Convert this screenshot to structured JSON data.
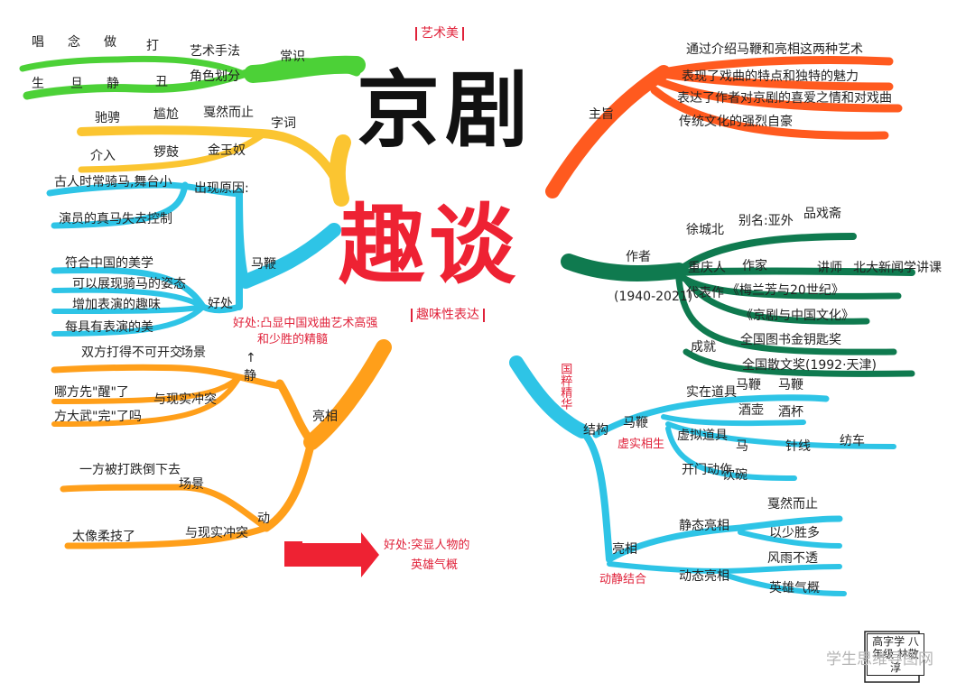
{
  "title": {
    "main": "京剧",
    "sub": "趣谈"
  },
  "tags": {
    "art": "艺术美",
    "expr": "趣味性表达"
  },
  "colors": {
    "green": "#4cd137",
    "yellow": "#fbc531",
    "orange": "#ff9f1a",
    "red": "#ee2233",
    "darkgreen": "#0f7a4f",
    "blue": "#2ec4e6",
    "redorange": "#ff5a1f"
  },
  "branches": {
    "changshi": {
      "label": "常识",
      "arts": "艺术手法",
      "row1": [
        "唱",
        "念",
        "做",
        "打"
      ],
      "row2": [
        "生",
        "旦",
        "静",
        "丑"
      ],
      "hangdang": "角色划分"
    },
    "ciyu": {
      "label": "字词",
      "row1": [
        "驰骋",
        "尴尬",
        "戛然而止"
      ],
      "row2": [
        "介入",
        "锣鼓",
        "金玉奴"
      ]
    },
    "mabian": {
      "label": "马鞭",
      "cause": "出现原因:",
      "causes": [
        "古人时常骑马,舞台小",
        "演员的真马失去控制"
      ],
      "benefit": "好处",
      "benefits": [
        "符合中国的美学",
        "可以展现骑马的姿态",
        "增加表演的趣味",
        "每具有表演的美"
      ],
      "note_line1": "好处:凸显中国戏曲艺术高强",
      "note_line2": "和少胜的精髓"
    },
    "liangxiang": {
      "label": "亮相",
      "jing": "静",
      "dong": "动",
      "arrow": "↑",
      "scene1": "场景",
      "items1": [
        "双方打得不可开交",
        "哪方先\"醒\"了",
        "方大武\"完\"了吗"
      ],
      "contrast1": "与现实冲突",
      "scene2": "场景",
      "items2": [
        "一方被打跌倒下去",
        "太像柔技了"
      ],
      "contrast2": "与现实冲突",
      "note_line1": "好处:突显人物的",
      "note_line2": "英雄气概"
    },
    "zhuzhi": {
      "label": "主旨",
      "items": [
        "通过介绍马鞭和亮相这两种艺术",
        "表现了戏曲的特点和独特的魅力",
        "表达了作者对京剧的喜爱之情和对戏曲",
        "传统文化的强烈自豪"
      ]
    },
    "zuozhe": {
      "label": "作者",
      "years": "(1940-2021)",
      "name": "徐城北",
      "alias": "别名:亚外",
      "hobby": "品戏斋",
      "hometown": "重庆人",
      "job": "作家",
      "lecturer": "讲师",
      "univ": "北大新闻学讲课",
      "works": "代表作",
      "work1": "《梅兰芳与20世纪》",
      "work2": "《京剧与中国文化》",
      "honor": "成就",
      "honor1": "全国图书金钥匙奖",
      "honor2": "全国散文奖(1992·天津)"
    },
    "jiegou": {
      "label": "结构",
      "vert_note": "国粹精华",
      "mabian": "马鞭",
      "xushi": "虚实相生",
      "real": "实在道具",
      "mabian2": "马鞭",
      "fake": "虚拟道具",
      "fake_items": [
        "酒壶",
        "酒杯",
        "马",
        "针线",
        "纺车"
      ],
      "opendoor": "开门动作",
      "xiaowan": "饮碗",
      "liangxiang": "亮相",
      "dongjing": "动静结合",
      "static": "静态亮相",
      "static_items": [
        "戛然而止",
        "以少胜多"
      ],
      "dynamic": "动态亮相",
      "dynamic_items": [
        "风雨不透",
        "英雄气概"
      ]
    }
  },
  "stamp": "高字学 八年级 林敬淳",
  "watermark": "学生思维导图网"
}
